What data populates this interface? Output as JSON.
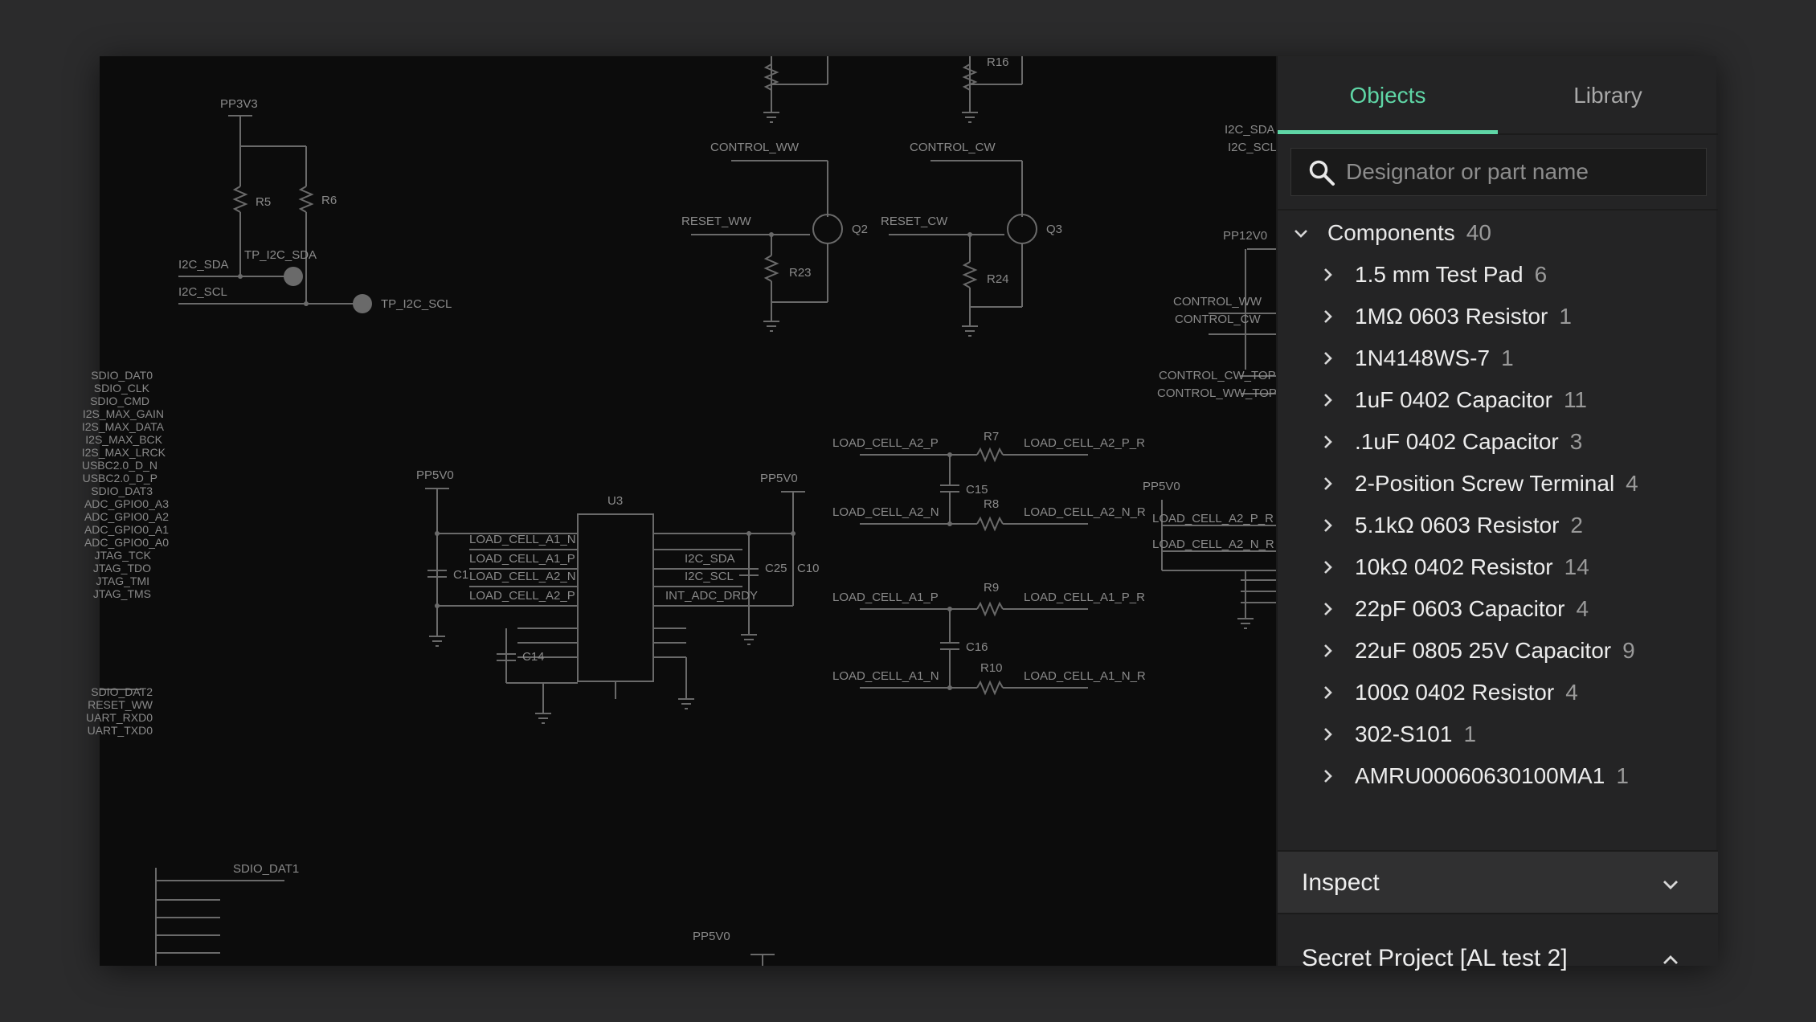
{
  "panel": {
    "tabs": [
      {
        "label": "Objects",
        "active": true
      },
      {
        "label": "Library",
        "active": false
      }
    ],
    "search": {
      "placeholder": "Designator or part name",
      "value": ""
    },
    "tree": {
      "group": {
        "label": "Components",
        "count": "40",
        "expanded": true
      },
      "items": [
        {
          "label": "1.5 mm Test Pad",
          "count": "6"
        },
        {
          "label": "1MΩ 0603 Resistor",
          "count": "1"
        },
        {
          "label": "1N4148WS-7",
          "count": "1"
        },
        {
          "label": "1uF 0402 Capacitor",
          "count": "11"
        },
        {
          "label": ".1uF 0402 Capacitor",
          "count": "3"
        },
        {
          "label": "2-Position Screw Terminal",
          "count": "4"
        },
        {
          "label": "5.1kΩ 0603 Resistor",
          "count": "2"
        },
        {
          "label": "10kΩ 0402 Resistor",
          "count": "14"
        },
        {
          "label": "22pF 0603 Capacitor",
          "count": "4"
        },
        {
          "label": "22uF 0805 25V Capacitor",
          "count": "9"
        },
        {
          "label": "100Ω 0402 Resistor",
          "count": "4"
        },
        {
          "label": "302-S101",
          "count": "1"
        },
        {
          "label": "AMRU00060630100MA1",
          "count": "1"
        }
      ]
    },
    "inspect": {
      "label": "Inspect"
    },
    "project": {
      "label": "Secret Project [AL test 2]"
    }
  },
  "schematic": {
    "labels": [
      "PP3V3",
      "R5",
      "R6",
      "TP_I2C_SDA",
      "I2C_SDA",
      "I2C_SCL",
      "TP_I2C_SCL",
      "R16",
      "CONTROL_WW",
      "CONTROL_CW",
      "RESET_WW",
      "RESET_CW",
      "Q2",
      "Q3",
      "R23",
      "R24",
      "PP12V0",
      "CONTROL_WW",
      "CONTROL_CW",
      "CONTROL_CW_TOP",
      "CONTROL_WW_TOP",
      "SDIO_DAT0",
      "SDIO_CLK",
      "SDIO_CMD",
      "I2S_MAX_GAIN",
      "I2S_MAX_DATA",
      "I2S_MAX_BCK",
      "I2S_MAX_LRCK",
      "USBC2.0_D_N",
      "USBC2.0_D_P",
      "SDIO_DAT3",
      "ADC_GPIO0_A3",
      "ADC_GPIO0_A2",
      "ADC_GPIO0_A1",
      "ADC_GPIO0_A0",
      "JTAG_TCK",
      "JTAG_TDO",
      "JTAG_TMI",
      "JTAG_TMS",
      "SDIO_DAT2",
      "RESET_WW",
      "UART_RXD0",
      "UART_TXD0",
      "PP5V0",
      "U3",
      "LOAD_CELL_A1_N",
      "LOAD_CELL_A1_P",
      "LOAD_CELL_A2_N",
      "LOAD_CELL_A2_P",
      "I2C_SDA",
      "I2C_SCL",
      "INT_ADC_DRDY",
      "C1",
      "C14",
      "C25",
      "C10",
      "PP5V0",
      "LOAD_CELL_A2_P",
      "R7",
      "LOAD_CELL_A2_P_R",
      "C15",
      "LOAD_CELL_A2_N",
      "R8",
      "LOAD_CELL_A2_N_R",
      "LOAD_CELL_A1_P",
      "R9",
      "LOAD_CELL_A1_P_R",
      "C16",
      "LOAD_CELL_A1_N",
      "R10",
      "LOAD_CELL_A1_N_R",
      "PP5V0",
      "LOAD_CELL_A2_P_R",
      "LOAD_CELL_A2_N_R",
      "SDIO_DAT1",
      "PP5V0",
      "I2C_SDA",
      "I2C_SCL"
    ]
  },
  "colors": {
    "accent": "#5fd6a6",
    "panel_bg": "#242425",
    "canvas_bg": "#0c0c0c",
    "wire": "#6a6a6a"
  }
}
